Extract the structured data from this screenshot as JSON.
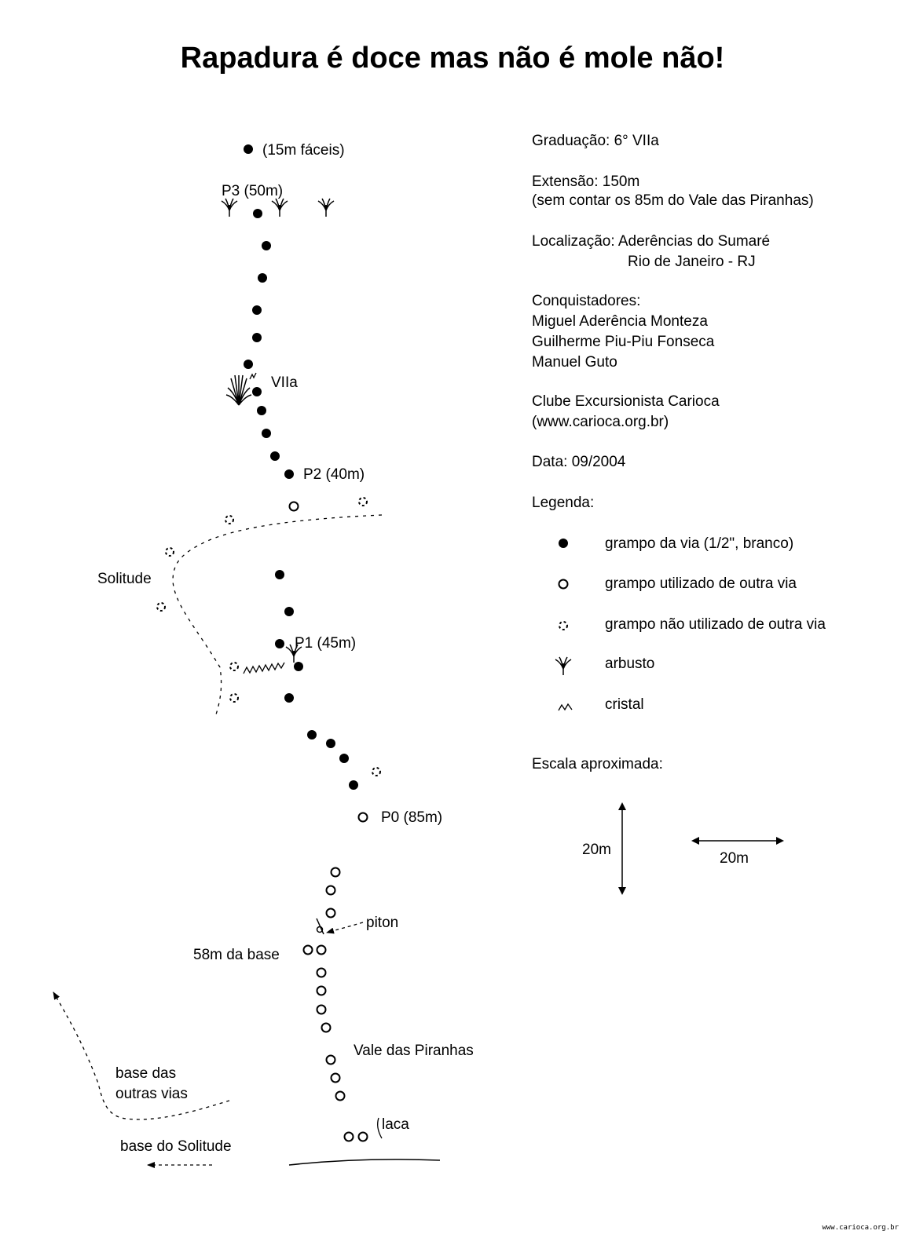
{
  "title": "Rapadura é doce mas não é mole não!",
  "info": {
    "grade": "Graduação: 6° VIIa",
    "length": "Extensão: 150m",
    "length_note": "(sem contar os 85m do Vale das Piranhas)",
    "location_1": "Localização: Aderências do Sumaré",
    "location_2": "Rio de Janeiro - RJ",
    "conquerors_heading": "Conquistadores:",
    "conquerors": [
      "Miguel Aderência Monteza",
      "Guilherme Piu-Piu Fonseca",
      "Manuel Guto"
    ],
    "club": "Clube Excursionista Carioca",
    "club_site": "(www.carioca.org.br)",
    "date": "Data: 09/2004",
    "legend_heading": "Legenda:",
    "scale_heading": "Escala aproximada:"
  },
  "legend": [
    {
      "symbol": "bolt-solid",
      "label": "grampo da via (1/2\", branco)"
    },
    {
      "symbol": "bolt-open",
      "label": "grampo utilizado de outra via"
    },
    {
      "symbol": "bolt-dashed",
      "label": "grampo não utilizado de outra via"
    },
    {
      "symbol": "bush",
      "label": "arbusto"
    },
    {
      "symbol": "crystal",
      "label": "cristal"
    }
  ],
  "scale": {
    "vertical": "20m",
    "horizontal": "20m"
  },
  "labels": {
    "top": "(15m fáceis)",
    "p3": "P3 (50m)",
    "crux": "VIIa",
    "p2": "P2 (40m)",
    "solitude": "Solitude",
    "p1": "P1 (45m)",
    "p0": "P0 (85m)",
    "piton": "piton",
    "mark58": "58m da base",
    "vale": "Vale das Piranhas",
    "base_outras_1": "base das",
    "base_outras_2": "outras vias",
    "laca": "laca",
    "base_solitude": "base do Solitude"
  },
  "footer": "www.carioca.org.br"
}
